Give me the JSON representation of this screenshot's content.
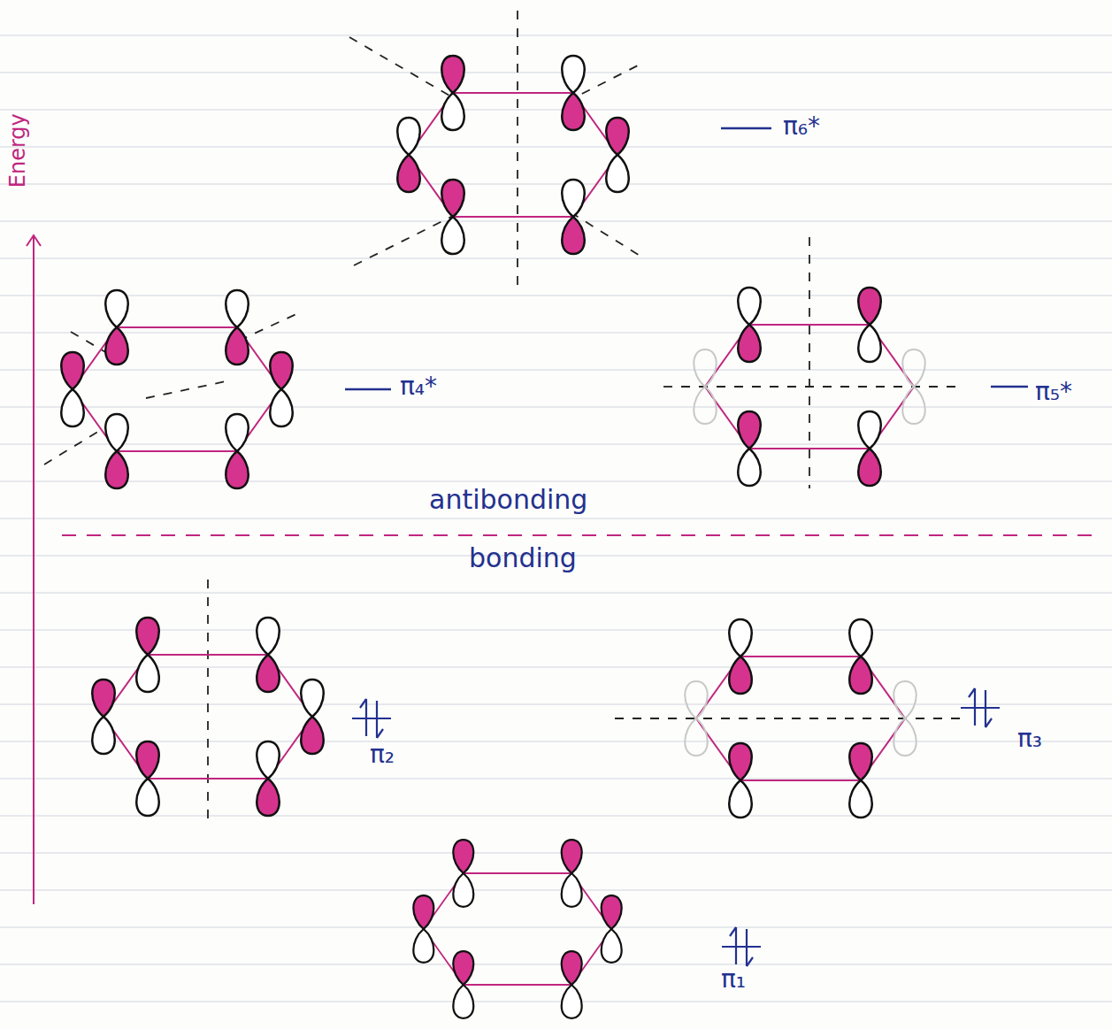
{
  "diagram": {
    "labels": [
      "Energy",
      "π₆*",
      "π₄*",
      "π₅*",
      "antibonding",
      "bonding",
      "π₂",
      "π₃",
      "π₁"
    ]
  }
}
